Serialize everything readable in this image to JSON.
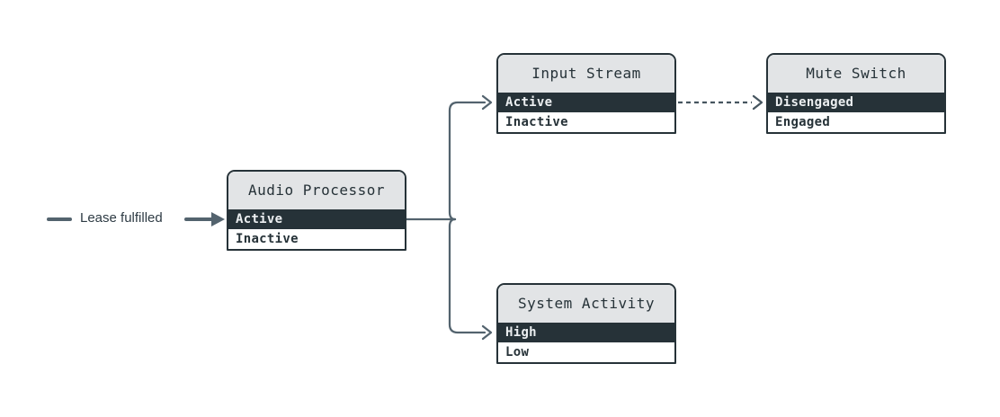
{
  "diagram": {
    "type": "state-machine",
    "background": "#ffffff",
    "colors": {
      "node_border": "#263238",
      "node_header_bg": "#e2e4e6",
      "active_state_bg": "#263238",
      "active_state_text": "#eceff1",
      "inactive_state_text": "#263238",
      "connector_line": "#53636e",
      "dashed_connector_line": "#46555f",
      "external_label_text": "#2e3b44"
    },
    "external_input": {
      "label": "Lease fulfilled"
    },
    "nodes": [
      {
        "id": "audio-processor",
        "title": "Audio Processor",
        "states": [
          {
            "label": "Active",
            "active": true
          },
          {
            "label": "Inactive",
            "active": false
          }
        ]
      },
      {
        "id": "input-stream",
        "title": "Input Stream",
        "states": [
          {
            "label": "Active",
            "active": true
          },
          {
            "label": "Inactive",
            "active": false
          }
        ]
      },
      {
        "id": "mute-switch",
        "title": "Mute Switch",
        "states": [
          {
            "label": "Disengaged",
            "active": true
          },
          {
            "label": "Engaged",
            "active": false
          }
        ]
      },
      {
        "id": "system-activity",
        "title": "System Activity",
        "states": [
          {
            "label": "High",
            "active": true
          },
          {
            "label": "Low",
            "active": false
          }
        ]
      }
    ],
    "edges": [
      {
        "from": "external:Lease fulfilled",
        "to": "audio-processor.Active",
        "style": "solid-thick-arrow"
      },
      {
        "from": "audio-processor.Active",
        "to": "input-stream.Active",
        "style": "solid-arrow"
      },
      {
        "from": "audio-processor.Active",
        "to": "system-activity.High",
        "style": "solid-arrow"
      },
      {
        "from": "input-stream.Active",
        "to": "mute-switch.Disengaged",
        "style": "dashed-arrow"
      }
    ]
  }
}
